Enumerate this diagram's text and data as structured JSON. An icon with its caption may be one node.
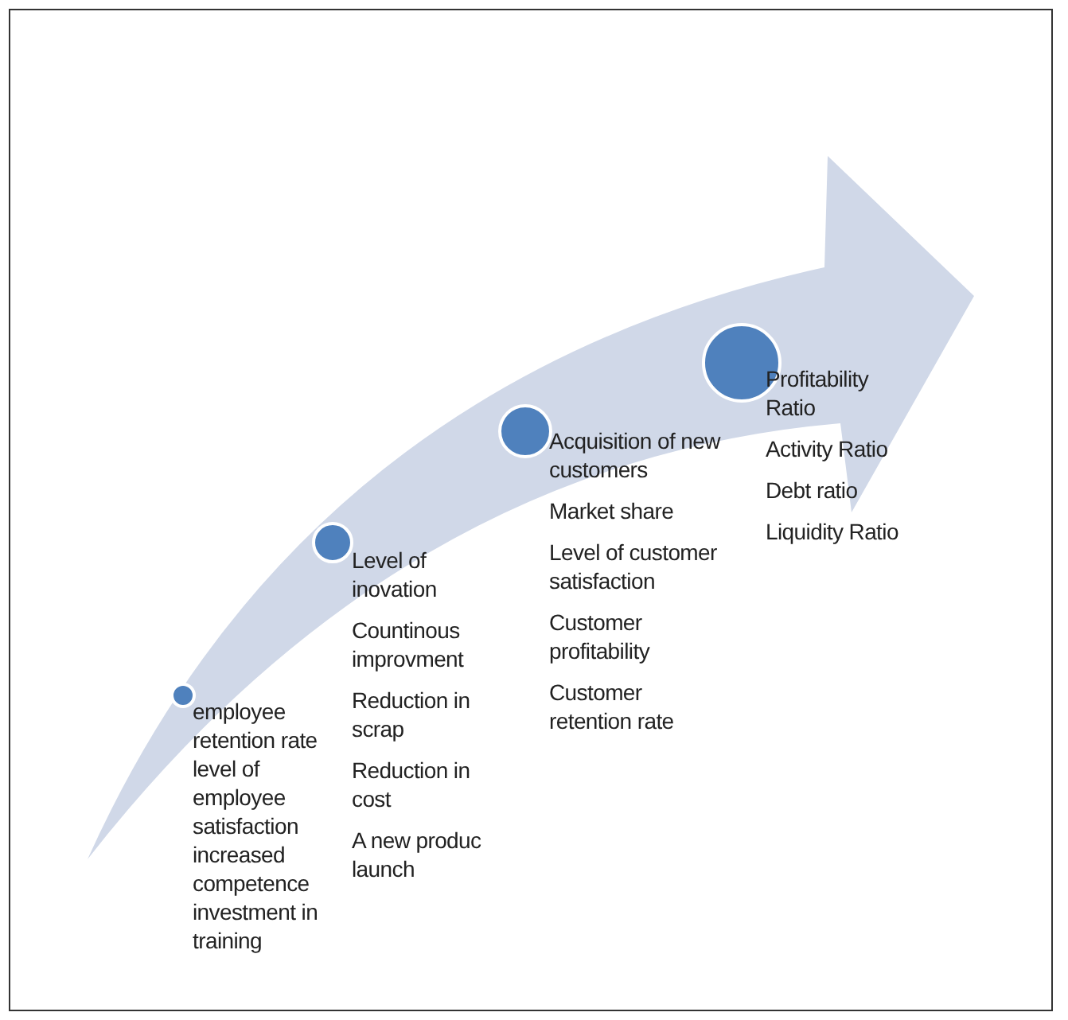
{
  "diagram": {
    "nodes": [
      {
        "text": [],
        "shape": "circle",
        "beside": [
          "employee retention rate",
          "level of employee satisfaction",
          "increased competence",
          "investment in training"
        ]
      },
      {
        "text": [],
        "shape": "circle",
        "beside": [
          "Level of inovation",
          "Countinous improvment",
          "Reduction in scrap",
          "Reduction in cost",
          "A new produc launch"
        ]
      },
      {
        "text": [],
        "shape": "circle",
        "beside": [
          "Acquisition of new customers",
          "Market share",
          "Level of customer satisfaction",
          "Customer profitability",
          "Customer retention rate"
        ]
      },
      {
        "text": [],
        "shape": "circle",
        "beside": [
          "Profitability Ratio",
          "Activity Ratio",
          "Debt ratio",
          "Liquidity Ratio"
        ]
      }
    ],
    "edges": []
  }
}
